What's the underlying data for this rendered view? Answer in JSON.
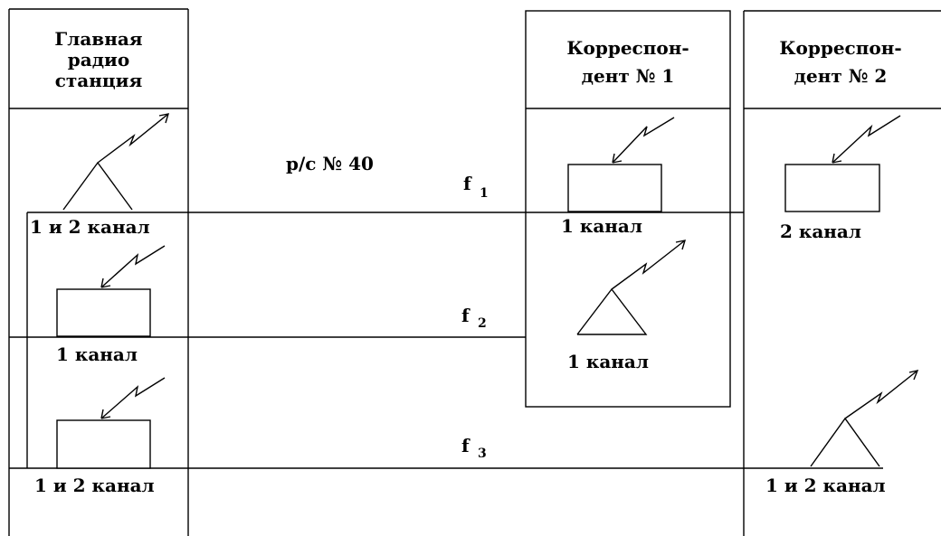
{
  "stations": {
    "main": {
      "title_lines": [
        "Главная",
        "радио",
        "станция"
      ]
    },
    "corr1": {
      "title_lines": [
        "Корреспон-",
        "дент № 1"
      ]
    },
    "corr2": {
      "title_lines": [
        "Корреспон-",
        "дент № 2"
      ]
    }
  },
  "radio_label": "р/с № 40",
  "frequencies": [
    {
      "base": "f",
      "sub": "1"
    },
    {
      "base": "f",
      "sub": "2"
    },
    {
      "base": "f",
      "sub": "3"
    }
  ],
  "channel_labels": {
    "main_row1": "1 и 2 канал",
    "main_row2": "1 канал",
    "main_row3": "1 и 2 канал",
    "corr1_row1": "1 канал",
    "corr1_row2": "1 канал",
    "corr2_row1": "2 канал",
    "corr2_row3": "1 и 2 канал"
  },
  "icons": {
    "transmit_antenna": "antenna-transmit-icon",
    "receiver": "receiver-icon"
  }
}
